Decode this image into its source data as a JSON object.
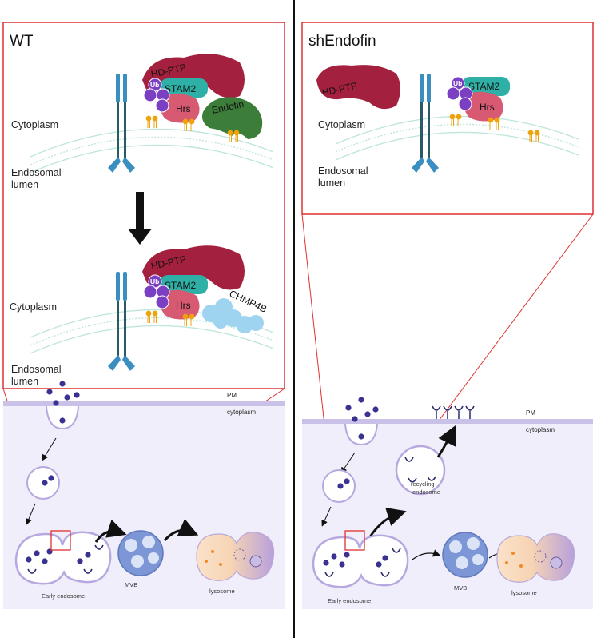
{
  "panels": {
    "wt": {
      "title": "WT",
      "top": {
        "cytoplasm": "Cytoplasm",
        "lumen_1": "Endosomal",
        "lumen_2": "lumen",
        "hdptp": "HD-PTP",
        "stam2": "STAM2",
        "hrs": "Hrs",
        "endofin": "Endofin",
        "ub": "Ub"
      },
      "bottom": {
        "cytoplasm": "Cytoplasm",
        "lumen_1": "Endosomal",
        "lumen_2": "lumen",
        "hdptp": "HD-PTP",
        "stam2": "STAM2",
        "hrs": "Hrs",
        "chmp4b": "CHMP4B",
        "ub": "Ub"
      },
      "cell": {
        "pm": "PM",
        "cytoplasm": "cytoplasm",
        "early_endosome": "Early endosome",
        "mvb": "MVB",
        "lysosome": "lysosome"
      }
    },
    "sh": {
      "title": "shEndofin",
      "top": {
        "cytoplasm": "Cytoplasm",
        "lumen_1": "Endosomal",
        "lumen_2": "lumen",
        "hdptp": "HD-PTP",
        "stam2": "STAM2",
        "hrs": "Hrs",
        "ub": "Ub"
      },
      "cell": {
        "pm": "PM",
        "cytoplasm": "cytoplasm",
        "early_endosome": "Early endosome",
        "mvb": "MVB",
        "lysosome": "lysosome",
        "recycling_1": "recycling",
        "recycling_2": "endosome"
      }
    }
  },
  "colors": {
    "zoom_frame": "#e03131",
    "cell_bg": "#f0eefa",
    "membrane": "#bfe6da",
    "receptor": "#3a8fc0",
    "receptor_dark": "#2a5a66",
    "hdptp": "#a3203e",
    "stam2": "#2fb0a6",
    "hrs": "#d85a72",
    "ub": "#7b3fc4",
    "endofin": "#3c7d3a",
    "chmp4b": "#9fd4f0",
    "lipid_head": "#f0a20a",
    "cargo": "#3a3290",
    "mvb": "#6f8ed0",
    "lysosome_left": "#f6c79a",
    "lysosome_right": "#a58ad0",
    "divider": "#111111"
  }
}
